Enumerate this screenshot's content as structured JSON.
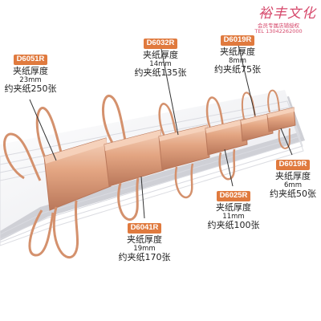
{
  "watermark": {
    "brand": "裕丰文化",
    "tagline": "会员专属店铺授权",
    "phone": "TEL 13042262000"
  },
  "labels": [
    {
      "id": "d6051r",
      "code": "D6051R",
      "line1": "夹纸厚度",
      "line2": "23mm",
      "line3": "约夹纸250张"
    },
    {
      "id": "d6032r",
      "code": "D6032R",
      "line1": "夹纸厚度",
      "line2": "14mm",
      "line3": "约夹纸135张"
    },
    {
      "id": "d6019r8",
      "code": "D6019R",
      "line1": "夹纸厚度",
      "line2": "8mm",
      "line3": "约夹纸75张"
    },
    {
      "id": "d6025r",
      "code": "D6025R",
      "line1": "夹纸厚度",
      "line2": "11mm",
      "line3": "约夹纸100张"
    },
    {
      "id": "d6019r6",
      "code": "D6019R",
      "line1": "夹纸厚度",
      "line2": "6mm",
      "line3": "约夹纸50张"
    },
    {
      "id": "d6041r",
      "code": "D6041R",
      "line1": "夹纸厚度",
      "line2": "19mm",
      "line3": "约夹纸170张"
    }
  ],
  "colors": {
    "rose_gold": "#e3a582",
    "rose_gold_dark": "#b9775a",
    "rose_gold_light": "#f6d3bd",
    "paper": "#f4f4f6",
    "paper_shadow": "#c8c9cf",
    "code_badge": "#e07a3e",
    "watermark": "#d6486b"
  }
}
